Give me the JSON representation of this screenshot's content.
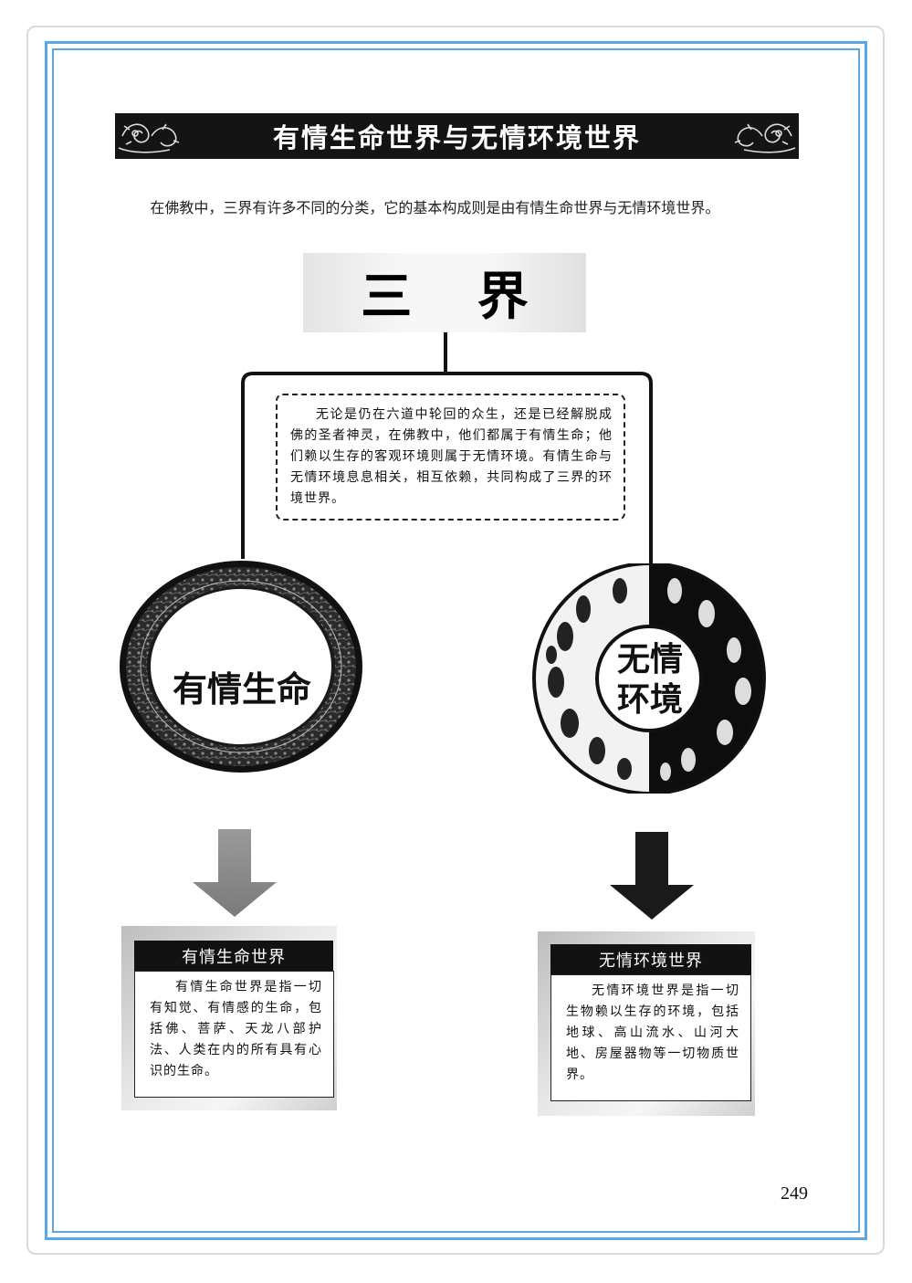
{
  "page": {
    "title": "有情生命世界与无情环境世界",
    "intro": "在佛教中，三界有许多不同的分类，它的基本构成则是由有情生命世界与无情环境世界。",
    "center_heading": "三 界",
    "center_description": "无论是仍在六道中轮回的众生，还是已经解脱成佛的圣者神灵，在佛教中，他们都属于有情生命；他们赖以生存的客观环境则属于无情环境。有情生命与无情环境息息相关，相互依赖，共同构成了三界的环境世界。",
    "left": {
      "circle_label": "有情生命",
      "card_title": "有情生命世界",
      "card_text": "有情生命世界是指一切有知觉、有情感的生命，包括佛、菩萨、天龙八部护法、人类在内的所有具有心识的生命。"
    },
    "right": {
      "circle_label_line1": "无情",
      "circle_label_line2": "环境",
      "card_title": "无情环境世界",
      "card_text": "无情环境世界是指一切生物赖以生存的环境，包括地球、高山流水、山河大地、房屋器物等一切物质世界。"
    },
    "page_number": "249"
  },
  "colors": {
    "frame_blue": "#5aa7e6",
    "banner_black": "#141414",
    "arrow_gray": "#8c8c8c",
    "arrow_dark": "#1a1a1a"
  }
}
